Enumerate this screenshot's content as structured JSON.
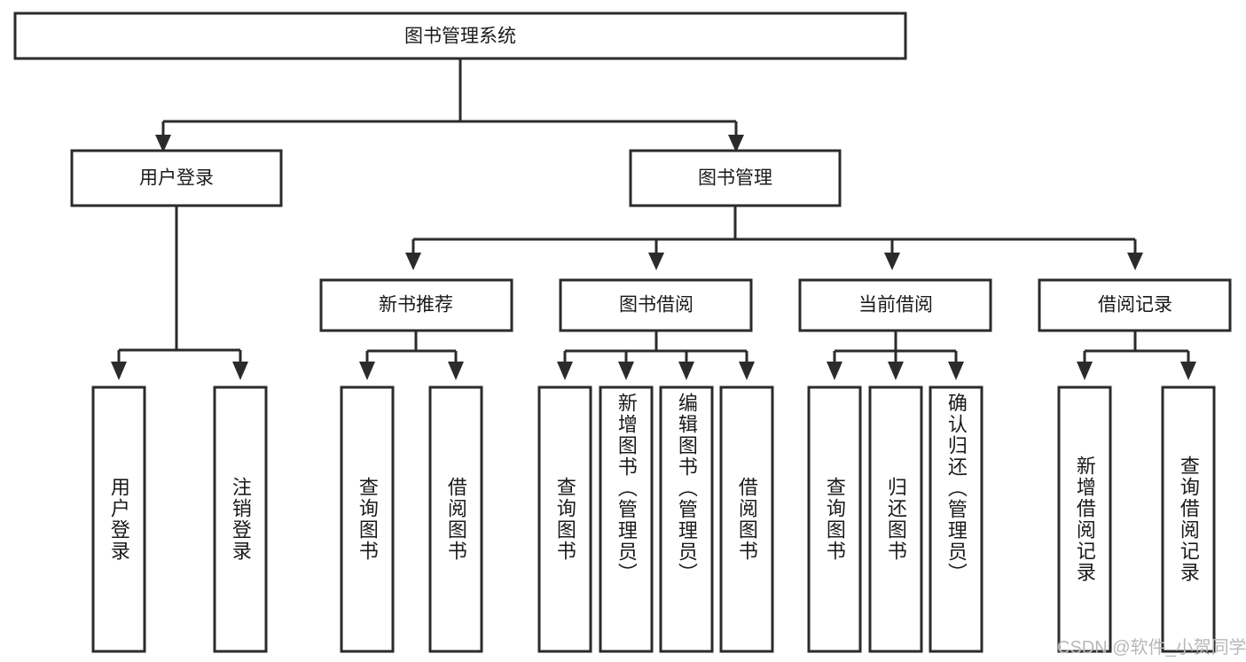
{
  "diagram": {
    "type": "tree-hierarchy",
    "title": "图书管理系统",
    "levels": {
      "root": {
        "label": "图书管理系统"
      },
      "level2": [
        {
          "id": "user-login",
          "label": "用户登录"
        },
        {
          "id": "book-management",
          "label": "图书管理"
        }
      ],
      "level3": [
        {
          "id": "new-book-recommend",
          "label": "新书推荐",
          "parent": "book-management"
        },
        {
          "id": "book-borrow",
          "label": "图书借阅",
          "parent": "book-management"
        },
        {
          "id": "current-borrow",
          "label": "当前借阅",
          "parent": "book-management"
        },
        {
          "id": "borrow-record",
          "label": "借阅记录",
          "parent": "book-management"
        }
      ],
      "leaves": [
        {
          "id": "leaf-user-login",
          "label": "用户登录",
          "parent": "user-login"
        },
        {
          "id": "leaf-logout-login",
          "label": "注销登录",
          "parent": "user-login"
        },
        {
          "id": "leaf-query-book-1",
          "label": "查询图书",
          "parent": "new-book-recommend"
        },
        {
          "id": "leaf-borrow-book-1",
          "label": "借阅图书",
          "parent": "new-book-recommend"
        },
        {
          "id": "leaf-query-book-2",
          "label": "查询图书",
          "parent": "book-borrow"
        },
        {
          "id": "leaf-add-book",
          "label": "新增图书（管理员）",
          "parent": "book-borrow"
        },
        {
          "id": "leaf-edit-book",
          "label": "编辑图书（管理员）",
          "parent": "book-borrow"
        },
        {
          "id": "leaf-borrow-book-2",
          "label": "借阅图书",
          "parent": "book-borrow"
        },
        {
          "id": "leaf-query-book-3",
          "label": "查询图书",
          "parent": "current-borrow"
        },
        {
          "id": "leaf-return-book",
          "label": "归还图书",
          "parent": "current-borrow"
        },
        {
          "id": "leaf-confirm-return",
          "label": "确认归还（管理员）",
          "parent": "current-borrow"
        },
        {
          "id": "leaf-add-record",
          "label": "新增借阅记录",
          "parent": "borrow-record"
        },
        {
          "id": "leaf-query-record",
          "label": "查询借阅记录",
          "parent": "borrow-record"
        }
      ]
    },
    "colors": {
      "box_stroke": "#2b2b2b",
      "box_fill": "#ffffff",
      "text": "#1a1a1a",
      "connector": "#2b2b2b",
      "watermark": "#b8b8b8"
    }
  },
  "watermark": {
    "text": "CSDN @软件_小贺同学"
  }
}
